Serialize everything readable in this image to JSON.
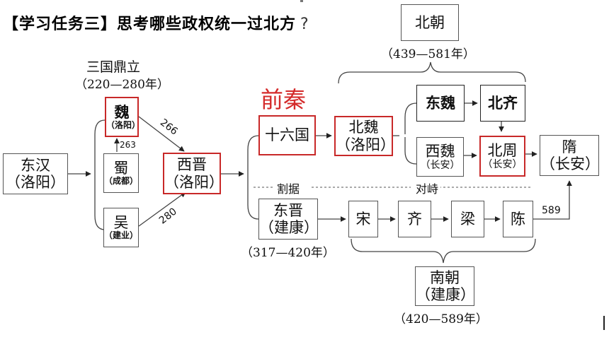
{
  "title": {
    "text": "【学习任务三】思考哪些政权统一过北方",
    "question_mark": "?"
  },
  "annotation": {
    "qianqin": "前秦"
  },
  "labels": {
    "three_kingdoms": "三国鼎立",
    "three_kingdoms_period": "（220—280年）",
    "northern_dynasties_period": "（439—581年）",
    "eastern_jin_period": "（317—420年）",
    "southern_dynasties_period": "（420—589年）",
    "geju": "割据",
    "duizhi": "对峙"
  },
  "numbers": {
    "n266": "266",
    "n263": "263",
    "n280": "280",
    "n589": "589"
  },
  "boxes": {
    "donghan": {
      "name": "东汉",
      "sub": "（洛阳）"
    },
    "wei": {
      "name": "魏",
      "sub": "（洛阳）"
    },
    "shu": {
      "name": "蜀",
      "sub": "（成都）"
    },
    "wu": {
      "name": "吴",
      "sub": "（建业）"
    },
    "xijin": {
      "name": "西晋",
      "sub": "（洛阳）"
    },
    "shiliuguo": {
      "name": "十六国"
    },
    "beiwei": {
      "name": "北魏",
      "sub": "（洛阳）"
    },
    "dongwei": {
      "name": "东魏"
    },
    "beiqi": {
      "name": "北齐"
    },
    "xiwei": {
      "name": "西魏",
      "sub": "（长安）"
    },
    "beizhou": {
      "name": "北周",
      "sub": "（长安）"
    },
    "sui": {
      "name": "隋",
      "sub": "（长安）"
    },
    "dongjin": {
      "name": "东晋",
      "sub": "（建康）"
    },
    "song": {
      "name": "宋"
    },
    "qi": {
      "name": "齐"
    },
    "liang": {
      "name": "梁"
    },
    "chen": {
      "name": "陈"
    },
    "beichao": {
      "name": "北朝"
    },
    "nanchao": {
      "name": "南朝",
      "sub": "（建康）"
    }
  },
  "colors": {
    "highlight_border": "#c82828",
    "annotation_text": "#d42a2a"
  }
}
